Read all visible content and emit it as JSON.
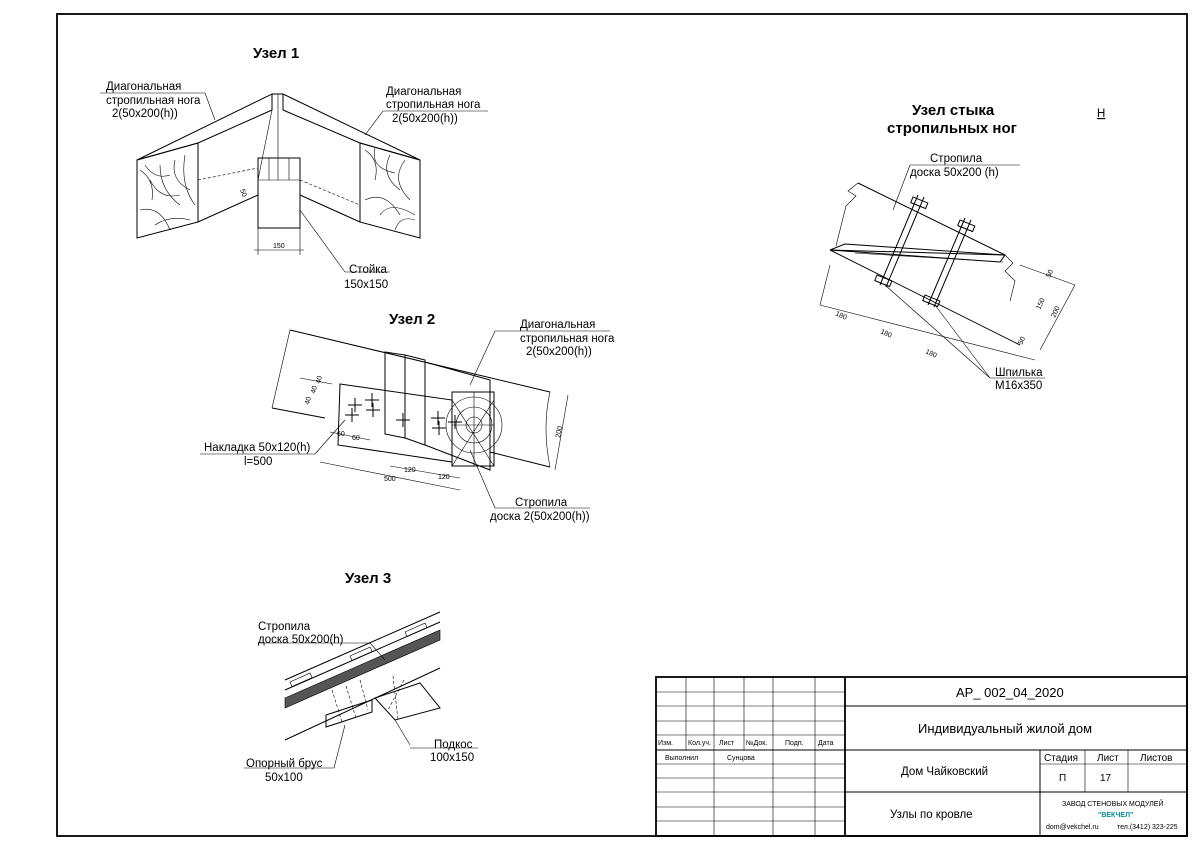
{
  "nodes": {
    "node1": {
      "title": "Узел 1",
      "label_left_1": "Диагональная",
      "label_left_2": "стропильная нога",
      "label_left_3": "2(50х200(h))",
      "label_right_1": "Диагональная",
      "label_right_2": "стропильная нога",
      "label_right_3": "2(50х200(h))",
      "post_1": "Стойка",
      "post_2": "150х150",
      "dim_150": "150",
      "dim_50": "50"
    },
    "node2": {
      "title": "Узел 2",
      "label_top_1": "Диагональная",
      "label_top_2": "стропильная нога",
      "label_top_3": "2(50х200(h))",
      "plate_1": "Накладка 50х120(h)",
      "plate_2": "l=500",
      "rafter_1": "Стропила",
      "rafter_2": "доска 2(50х200(h))",
      "dims": [
        "40",
        "40",
        "40",
        "60",
        "60",
        "120",
        "120",
        "500",
        "200"
      ]
    },
    "node3": {
      "title": "Узел 3",
      "rafter_1": "Стропила",
      "rafter_2": "доска 50х200(h)",
      "beam_1": "Опорный брус",
      "beam_2": "50х100",
      "strut_1": "Подкос",
      "strut_2": "100х150"
    },
    "joint": {
      "title_1": "Узел стыка",
      "title_2": "стропильных ног",
      "marker": "Н",
      "rafter_1": "Стропила",
      "rafter_2": "доска 50х200 (h)",
      "stud_1": "Шпилька",
      "stud_2": "М16х350",
      "dims": [
        "180",
        "180",
        "180",
        "50",
        "150",
        "200",
        "50"
      ]
    }
  },
  "stamp": {
    "code": "АР_ 002_04_2020",
    "project": "Индивидуальный жилой дом",
    "headers": [
      "Изм.",
      "Кол.уч.",
      "Лист",
      "№Док.",
      "Подп.",
      "Дата"
    ],
    "performed_label": "Выполнил",
    "performed_name": "Сунцова",
    "location": "Дом Чайковский",
    "sheet_title": "Узлы по кровле",
    "stage_label": "Стадия",
    "sheet_label": "Лист",
    "sheets_label": "Листов",
    "stage_value": "П",
    "sheet_value": "17",
    "company_1": "ЗАВОД СТЕНОВЫХ МОДУЛЕЙ",
    "company_2": "\"ВЕКЧЕЛ\"",
    "email": "dom@vekchel.ru",
    "phone": "тел.(3412) 323-225"
  }
}
